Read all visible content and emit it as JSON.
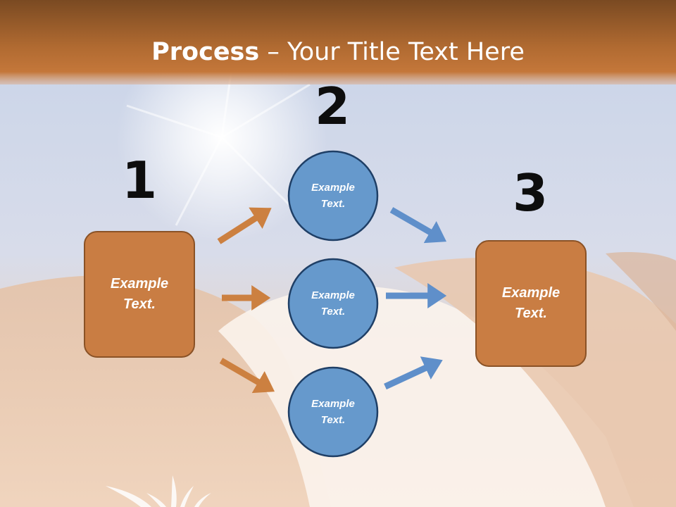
{
  "title": {
    "bold": "Process",
    "rest": " – Your Title Text Here"
  },
  "steps": [
    "1",
    "2",
    "3"
  ],
  "left_box": {
    "label": "Example\nText."
  },
  "circles": [
    {
      "label": "Example\nText."
    },
    {
      "label": "Example\nText."
    },
    {
      "label": "Example\nText."
    }
  ],
  "right_box": {
    "label": "Example\nText."
  },
  "colors": {
    "header_top": "#7a4a22",
    "header_bottom": "#c4773a",
    "box_fill": "#c97d43",
    "box_stroke": "#8a5226",
    "circle_fill": "#6699cc",
    "circle_stroke": "#1f3f66",
    "arrow_orange": "#cc8040",
    "arrow_blue": "#5f8fca"
  }
}
